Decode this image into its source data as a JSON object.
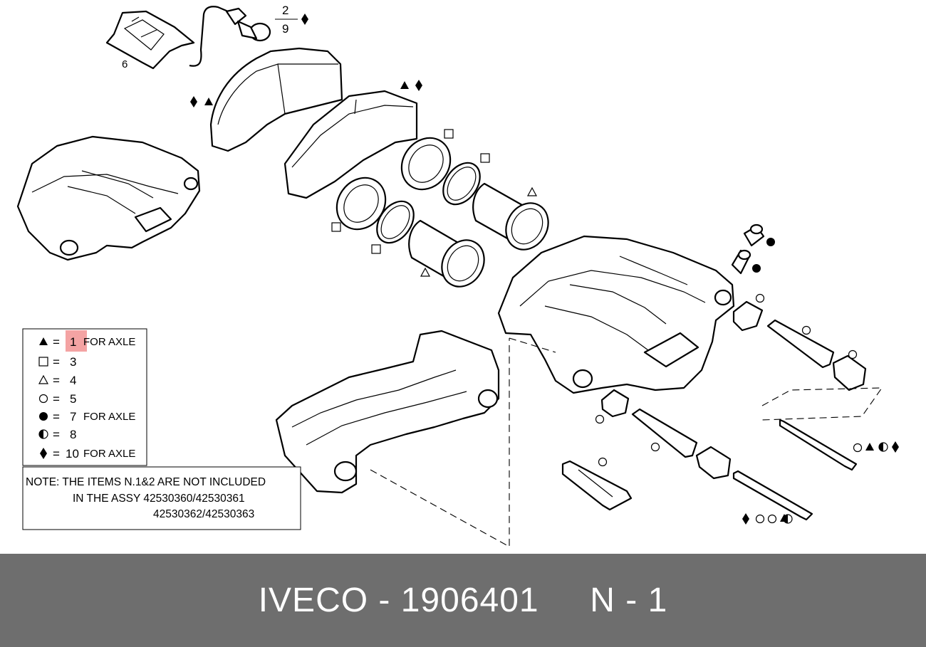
{
  "footer": {
    "caption": "IVECO - 1906401     N - 1"
  },
  "callouts": {
    "sensor_fraction_top": "2",
    "sensor_fraction_bottom": "9",
    "clip_number": "6"
  },
  "legend": {
    "rows": [
      {
        "symbol": "filled-triangle",
        "eq": "=",
        "num": "1",
        "suffix": "FOR AXLE",
        "highlighted": true
      },
      {
        "symbol": "open-square",
        "eq": "=",
        "num": "3",
        "suffix": ""
      },
      {
        "symbol": "open-triangle",
        "eq": "=",
        "num": "4",
        "suffix": ""
      },
      {
        "symbol": "open-circle",
        "eq": "=",
        "num": "5",
        "suffix": ""
      },
      {
        "symbol": "filled-circle",
        "eq": "=",
        "num": "7",
        "suffix": "FOR AXLE"
      },
      {
        "symbol": "half-circle",
        "eq": "=",
        "num": "8",
        "suffix": ""
      },
      {
        "symbol": "filled-diamond",
        "eq": "=",
        "num": "10",
        "suffix": "FOR AXLE"
      }
    ],
    "highlight_color": "#f4a3a3"
  },
  "note": {
    "line1": "NOTE:  THE ITEMS N.1&2 ARE NOT INCLUDED",
    "line2": "IN THE ASSY 42530360/42530361",
    "line3": "42530362/42530363"
  }
}
